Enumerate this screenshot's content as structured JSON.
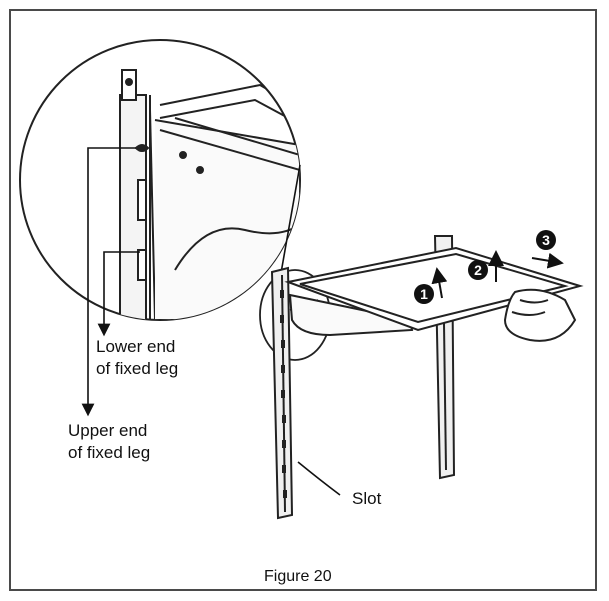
{
  "labels": {
    "lower_end": [
      "Lower end",
      "of fixed leg"
    ],
    "upper_end": [
      "Upper end",
      "of fixed leg"
    ],
    "slot": "Slot"
  },
  "steps": [
    "1",
    "2",
    "3"
  ],
  "caption": "Figure 20"
}
